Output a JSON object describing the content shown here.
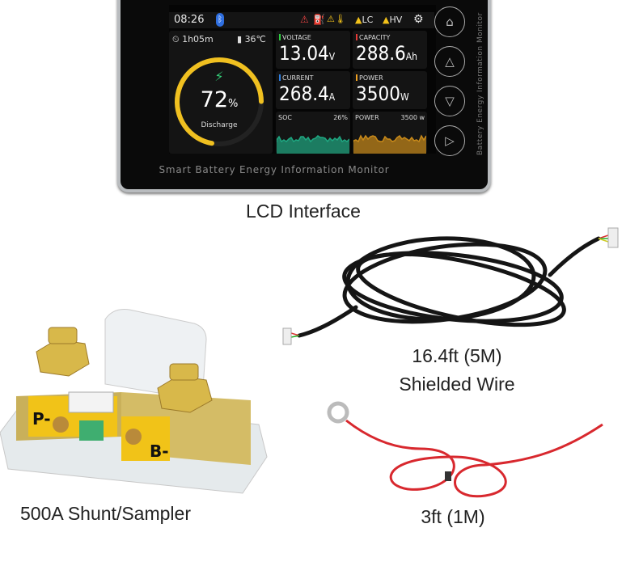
{
  "device": {
    "status_bar": {
      "time": "08:26",
      "icons": [
        "bluetooth-icon",
        "alarm-icon",
        "fuel-icon",
        "temperature-warning-icon",
        "settings-icon"
      ],
      "warnings": [
        "LC",
        "HV"
      ]
    },
    "runtime": "1h05m",
    "temperature": "36℃",
    "soc_gauge": {
      "percent": 72,
      "percent_label": "72",
      "unit": "%",
      "state": "Discharge"
    },
    "tiles": [
      {
        "label": "VOLTAGE",
        "value": "13.04",
        "unit": "V",
        "color": "#2ecc40"
      },
      {
        "label": "CAPACITY",
        "value": "288.6",
        "unit": "Ah",
        "color": "#e53935"
      },
      {
        "label": "CURRENT",
        "value": "268.4",
        "unit": "A",
        "color": "#2f7fe0"
      },
      {
        "label": "POWER",
        "value": "3500",
        "unit": "W",
        "color": "#f0a020"
      }
    ],
    "charts": [
      {
        "label": "SOC",
        "value": "26%",
        "color": "#1fa882"
      },
      {
        "label": "POWER",
        "value": "3500 w",
        "color": "#c98a1a"
      }
    ],
    "buttons": [
      "home",
      "up",
      "down",
      "play"
    ],
    "side_text": "Battery Energy Information Monitor",
    "bottom_text": "Smart Battery Energy Information Monitor"
  },
  "captions": {
    "lcd": "LCD Interface",
    "wire_length": "16.4ft (5M)",
    "wire_name": "Shielded Wire",
    "shunt": "500A Shunt/Sampler",
    "red_wire": "3ft (1M)"
  },
  "shunt_labels": {
    "left": "P-",
    "right": "B-"
  }
}
